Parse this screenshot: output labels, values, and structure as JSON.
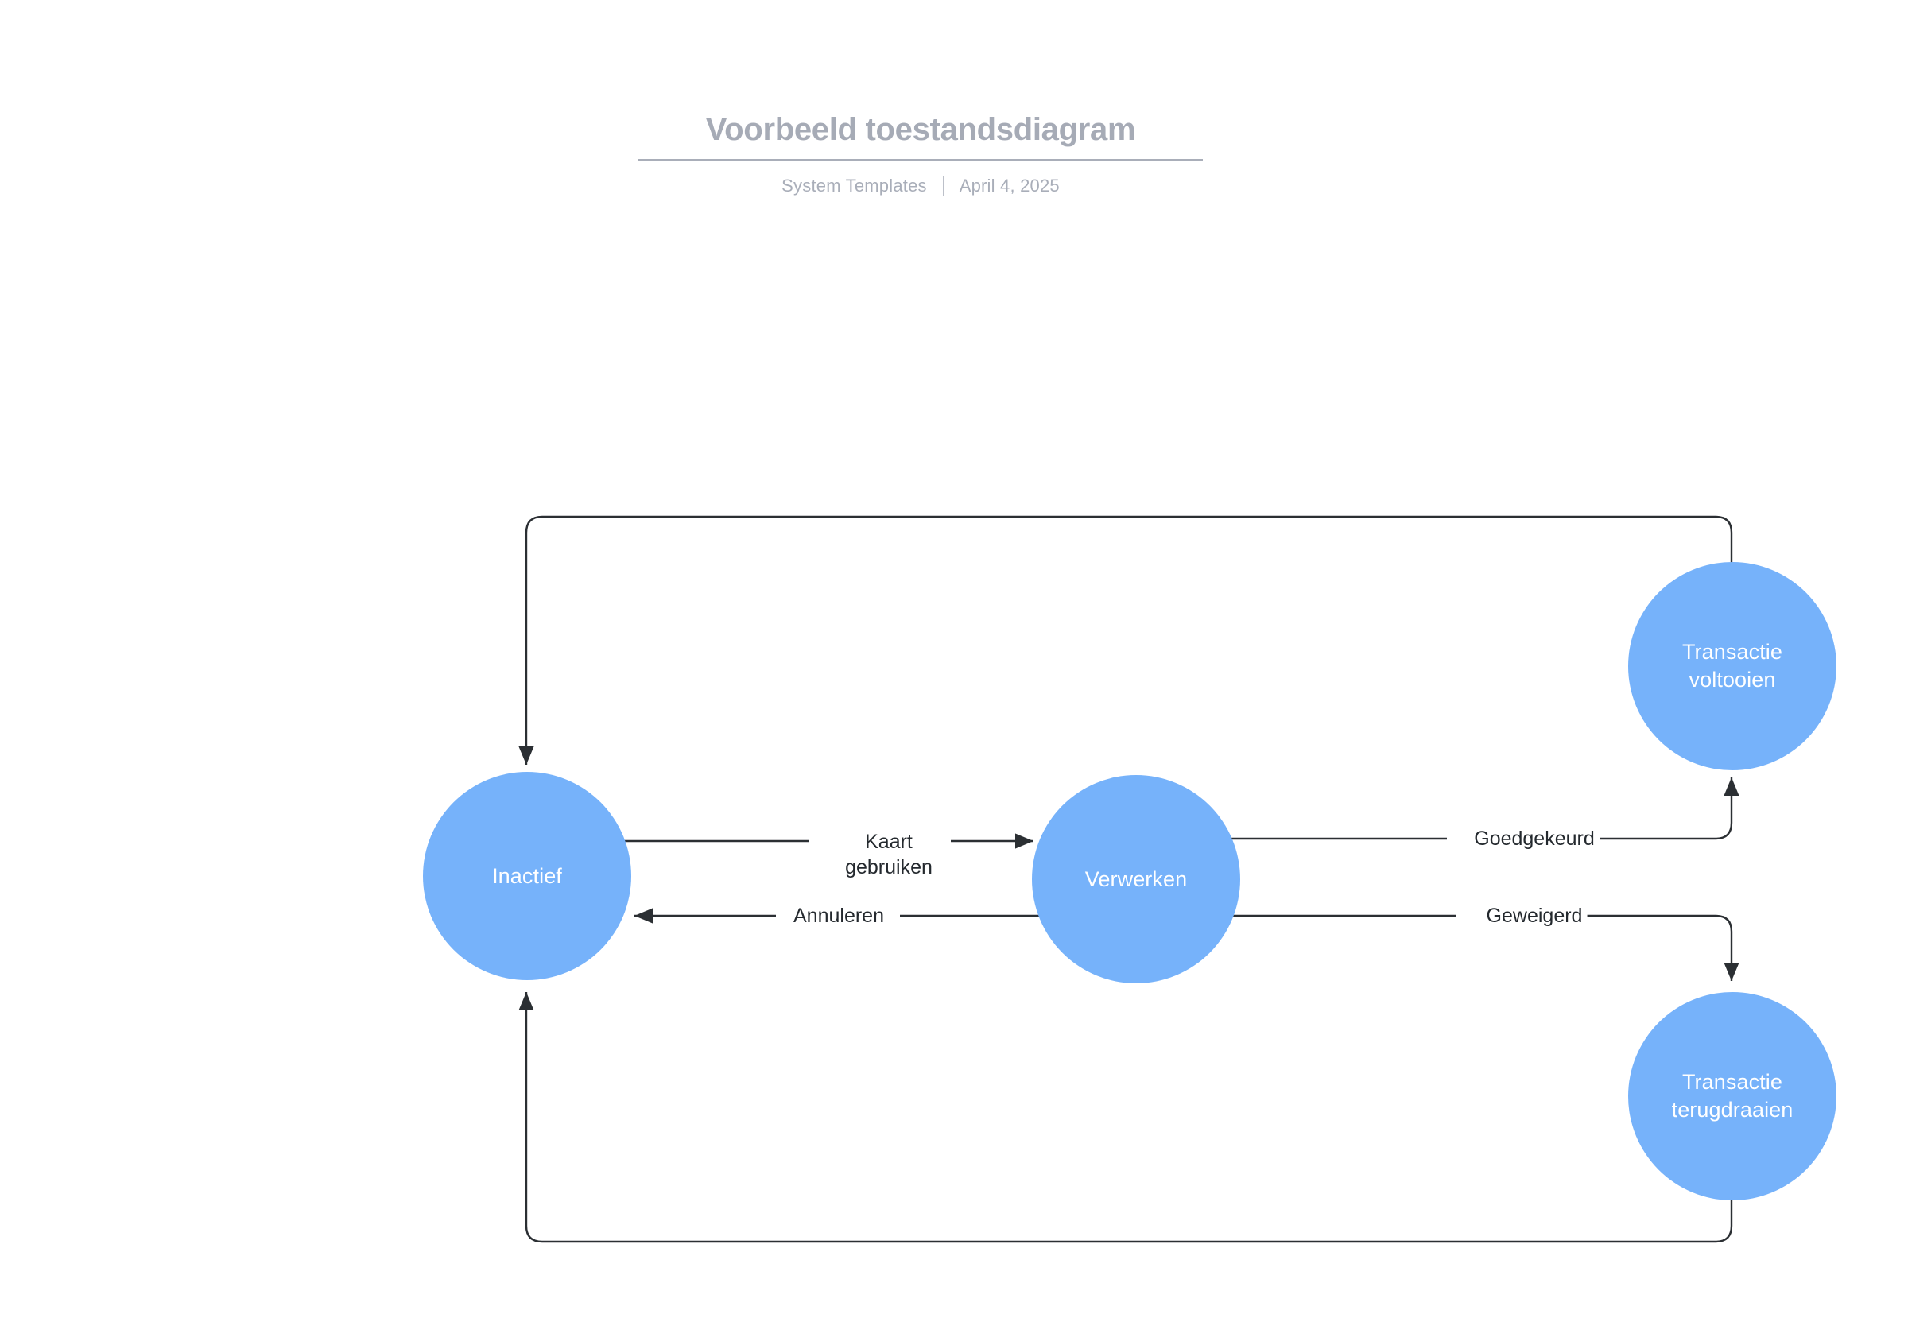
{
  "header": {
    "title": "Voorbeeld toestandsdiagram",
    "author": "System Templates",
    "separator": "|",
    "date": "April 4, 2025"
  },
  "theme": {
    "node_fill": "#76b2fa",
    "node_text": "#ffffff",
    "edge_stroke": "#2b2f33",
    "label_text": "#24292e",
    "title_color": "#a6abb6",
    "background": "#ffffff"
  },
  "diagram": {
    "type": "state-diagram",
    "nodes": [
      {
        "id": "inactief",
        "label": "Inactief"
      },
      {
        "id": "verwerken",
        "label": "Verwerken"
      },
      {
        "id": "voltooien",
        "label": "Transactie\nvoltooien"
      },
      {
        "id": "terugdraaien",
        "label": "Transactie\nterugdraaien"
      }
    ],
    "edges": [
      {
        "id": "e1",
        "from": "inactief",
        "to": "verwerken",
        "label": "Kaart\ngebruiken"
      },
      {
        "id": "e2",
        "from": "verwerken",
        "to": "inactief",
        "label": "Annuleren"
      },
      {
        "id": "e3",
        "from": "verwerken",
        "to": "voltooien",
        "label": "Goedgekeurd"
      },
      {
        "id": "e4",
        "from": "verwerken",
        "to": "terugdraaien",
        "label": "Geweigerd"
      },
      {
        "id": "e5",
        "from": "voltooien",
        "to": "inactief",
        "label": ""
      },
      {
        "id": "e6",
        "from": "terugdraaien",
        "to": "inactief",
        "label": ""
      }
    ]
  }
}
